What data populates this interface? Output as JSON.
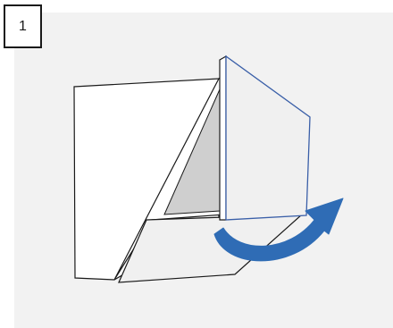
{
  "step": {
    "number": "1"
  },
  "illustration": {
    "subject": "cabinet-with-lift-up-door",
    "action": "rotate-door-open",
    "colors": {
      "panel_background": "#f2f2f2",
      "outline": "#1a1a1a",
      "door_face": "#f0f0f0",
      "door_edge": "#3a5fa8",
      "interior_shadow": "#cfcfcf",
      "arrow": "#2f6cb5"
    }
  }
}
